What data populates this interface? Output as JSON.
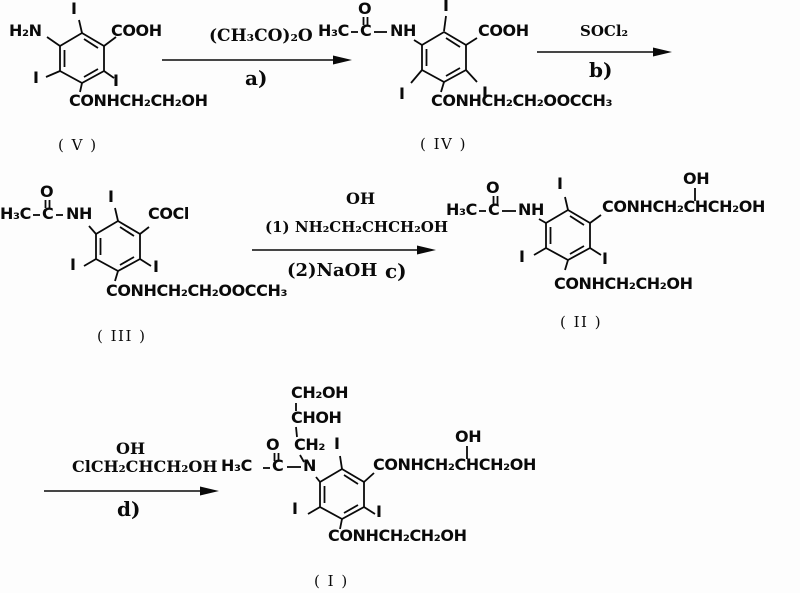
{
  "figure": {
    "compounds": {
      "v": {
        "label": "( V )",
        "amine": "H₂N",
        "iodine_top": "I",
        "iodine_bl": "I",
        "iodine_br": "I",
        "acid": "COOH",
        "bottom_amide": "CONHCH₂CH₂OH"
      },
      "iv": {
        "label": "( IV )",
        "methyl": "H₃C",
        "carbonyl_c": "C",
        "carbonyl_o": "O",
        "nh": "NH",
        "iodine_top": "I",
        "iodine_bl": "I",
        "iodine_br": "I",
        "acid": "COOH",
        "bottom_amide": "CONHCH₂CH₂OOCCH₃"
      },
      "iii": {
        "label": "( III )",
        "methyl": "H₃C",
        "carbonyl_c": "C",
        "carbonyl_o": "O",
        "nh": "NH",
        "iodine_top": "I",
        "iodine_bl": "I",
        "iodine_br": "I",
        "acyl_chloride": "COCl",
        "bottom_amide": "CONHCH₂CH₂OOCCH₃"
      },
      "ii": {
        "label": "( II )",
        "methyl": "H₃C",
        "carbonyl_c": "C",
        "carbonyl_o": "O",
        "nh": "NH",
        "iodine_top": "I",
        "iodine_bl": "I",
        "iodine_br": "I",
        "right_oh": "OH",
        "right_amide": "CONHCH₂CHCH₂OH",
        "bottom_amide": "CONHCH₂CH₂OH"
      },
      "i": {
        "label": "( I )",
        "methyl": "H₃C",
        "carbonyl_c": "C",
        "carbonyl_o": "O",
        "n_atom": "N",
        "chain_ch2": "CH₂",
        "chain_choh": "CHOH",
        "chain_ch2oh": "CH₂OH",
        "iodine_top": "I",
        "iodine_bl": "I",
        "iodine_br": "I",
        "right_oh": "OH",
        "right_amide": "CONHCH₂CHCH₂OH",
        "bottom_amide": "CONHCH₂CH₂OH"
      }
    },
    "steps": {
      "a": {
        "reagent": "(CH₃CO)₂O",
        "label": "a)"
      },
      "b": {
        "reagent": "SOCl₂",
        "label": "b)"
      },
      "c": {
        "oh": "OH",
        "reagent1": "(1) NH₂CH₂CHCH₂OH",
        "reagent2": "(2)NaOH",
        "label": "c)"
      },
      "d": {
        "oh": "OH",
        "reagent": "ClCH₂CHCH₂OH",
        "label": "d)"
      }
    }
  }
}
